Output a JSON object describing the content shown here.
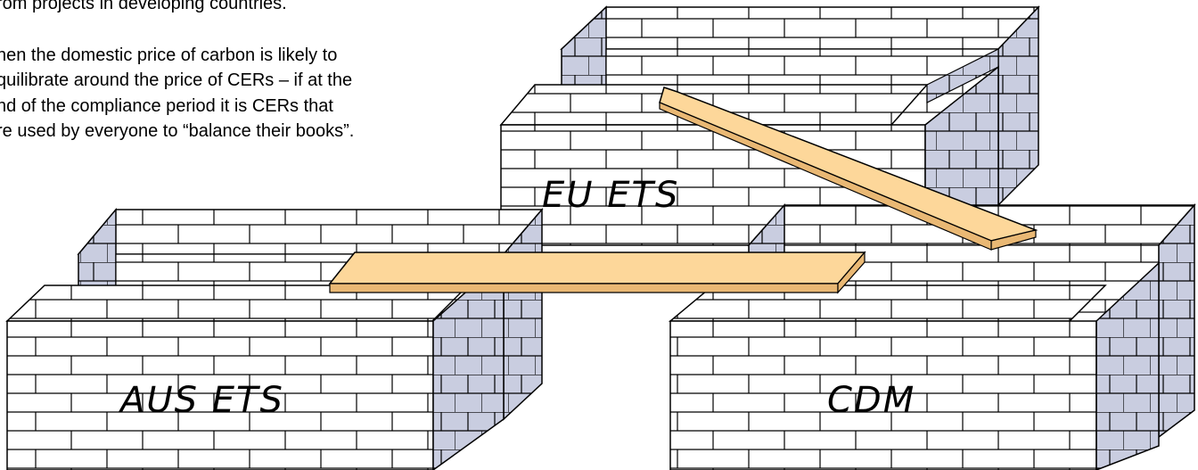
{
  "text": {
    "line0": "rom projects in developing countries.",
    "para": [
      "hen the domestic price of carbon is likely to",
      "quilibrate around the price of CERs – if at the",
      "nd of the compliance period it is CERs that",
      "re used by everyone to “balance their books”."
    ]
  },
  "diagram": {
    "labels": {
      "eu": "EU ETS",
      "aus": "AUS ETS",
      "cdm": "CDM"
    },
    "colors": {
      "brick_face": "#ffffff",
      "brick_side": "#c9cde0",
      "brick_line": "#000000",
      "plank_top": "#fdd79a",
      "plank_edge": "#e9b874"
    }
  }
}
